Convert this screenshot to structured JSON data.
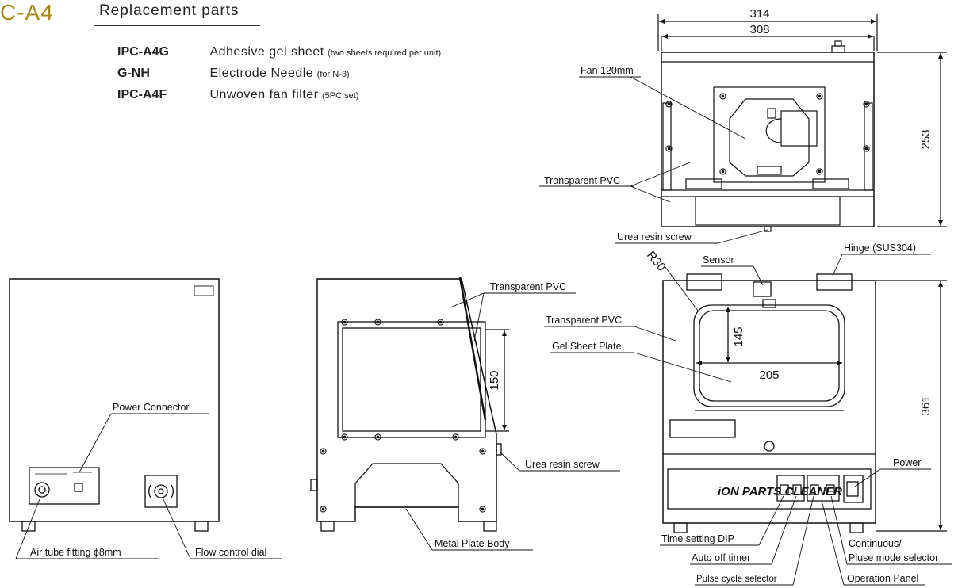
{
  "header": {
    "model_suffix": "C-A4",
    "title": "Replacement parts"
  },
  "parts": [
    {
      "code": "IPC-A4G",
      "name": "Adhesive gel sheet",
      "note": "(two sheets required per unit)"
    },
    {
      "code": "G-NH",
      "name": "Electrode Needle",
      "note": "(for N-3)"
    },
    {
      "code": "IPC-A4F",
      "name": "Unwoven fan filter",
      "note": "(5PC set)"
    }
  ],
  "top_view": {
    "dim_width_outer": "314",
    "dim_width_inner": "308",
    "dim_height": "253",
    "labels": {
      "fan": "Fan 120mm",
      "transparent_pvc": "Transparent PVC",
      "urea_screw": "Urea resin screw"
    }
  },
  "back_view": {
    "labels": {
      "power_connector": "Power Connector",
      "air_tube": "Air tube fitting ϕ8mm",
      "flow_dial": "Flow control dial"
    }
  },
  "side_view": {
    "dim_window": "150",
    "labels": {
      "transparent_pvc": "Transparent PVC",
      "urea_screw": "Urea resin screw",
      "metal_body": "Metal Plate Body"
    }
  },
  "front_view": {
    "dim_radius": "R30",
    "dim_window_h": "145",
    "dim_window_w": "205",
    "dim_height": "361",
    "brand_text": "iON PARTS CLEANER",
    "labels": {
      "sensor": "Sensor",
      "hinge": "Hinge (SUS304)",
      "transparent_pvc": "Transparent PVC",
      "gel_plate": "Gel Sheet Plate",
      "power": "Power",
      "time_dip": "Time setting DIP",
      "auto_off": "Auto off timer",
      "pulse_cycle": "Pulse cycle selector",
      "operation_panel": "Operation Panel",
      "mode_selector_1": "Continuous/",
      "mode_selector_2": "Pluse mode selector"
    }
  }
}
